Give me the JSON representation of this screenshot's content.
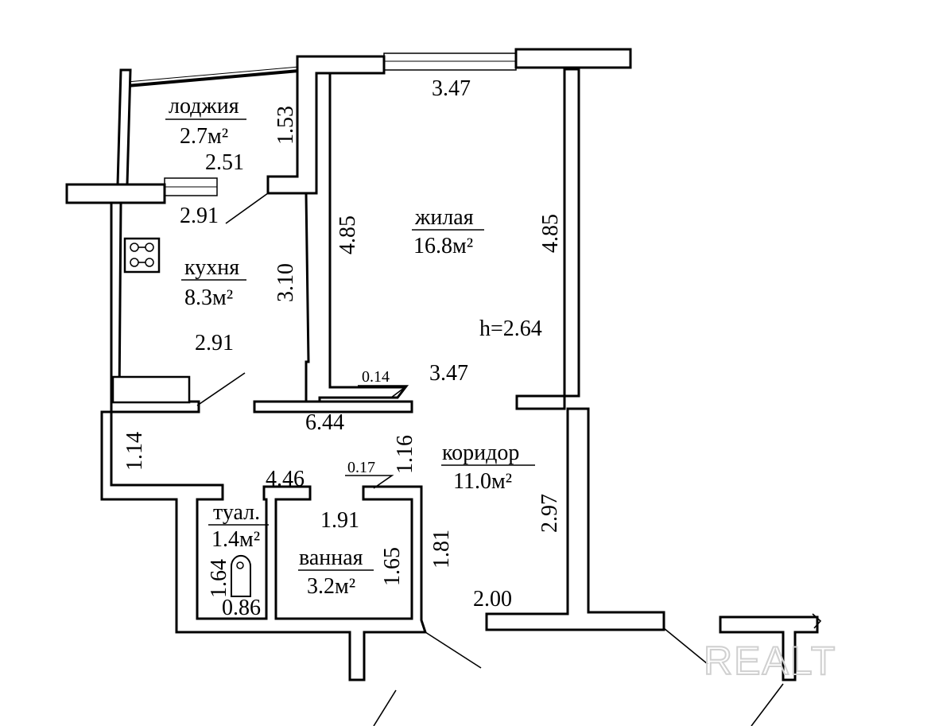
{
  "rooms": {
    "loggia": {
      "name": "лоджия",
      "area": "2.7м²"
    },
    "kitchen": {
      "name": "кухня",
      "area": "8.3м²"
    },
    "living": {
      "name": "жилая",
      "area": "16.8м²"
    },
    "corridor": {
      "name": "коридор",
      "area": "11.0м²"
    },
    "toilet": {
      "name": "туал.",
      "area": "1.4м²"
    },
    "bathroom": {
      "name": "ванная",
      "area": "3.2м²"
    }
  },
  "dimensions": {
    "loggia_height": "1.53",
    "loggia_width": "2.51",
    "kitchen_top": "2.91",
    "kitchen_bottom": "2.91",
    "kitchen_depth": "3.10",
    "living_left": "4.85",
    "living_right": "4.85",
    "living_top": "3.47",
    "living_bottom": "3.47",
    "ceiling_height": "h=2.64",
    "niche_living": "0.14",
    "corridor_length": "6.44",
    "corridor_left": "1.14",
    "corridor_mid": "1.16",
    "niche_corridor": "0.17",
    "corridor_inner": "4.46",
    "bath_width": "1.91",
    "bath_depth": "1.65",
    "corridor_side": "1.81",
    "corridor_right": "2.97",
    "corridor_bottom": "2.00",
    "toilet_depth": "1.64",
    "toilet_width": "0.86"
  },
  "watermark": "REALT"
}
